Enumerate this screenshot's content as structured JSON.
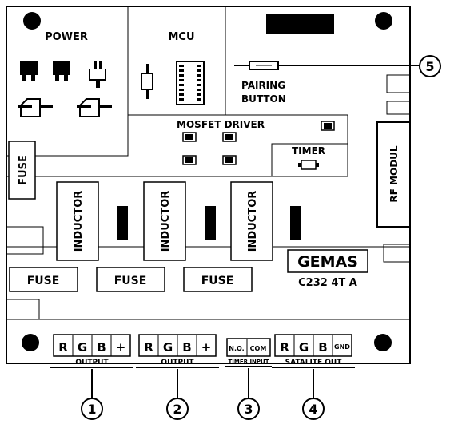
{
  "board": {
    "power": "POWER",
    "mcu": "MCU",
    "mosfet_driver": "MOSFET DRIVER",
    "timer": "TIMER",
    "rf_modul": "RF MODUL",
    "pairing_button_line1": "PAIRING",
    "pairing_button_line2": "BUTTON",
    "fuse_vertical": "FUSE",
    "fuses_bottom": [
      "FUSE",
      "FUSE",
      "FUSE"
    ],
    "inductors": [
      "INDUCTOR",
      "INDUCTOR",
      "INDUCTOR"
    ],
    "brand": "GEMAS",
    "model": "C232 4T A"
  },
  "terminals": {
    "output1": {
      "pins": [
        "R",
        "G",
        "B",
        "+"
      ],
      "label": "OUTPUT"
    },
    "output2": {
      "pins": [
        "R",
        "G",
        "B",
        "+"
      ],
      "label": "OUTPUT"
    },
    "timer_input": {
      "pins": [
        "N.O.",
        "COM"
      ],
      "label": "TIMER INPUT"
    },
    "satalite_out": {
      "pins": [
        "R",
        "G",
        "B",
        "GND"
      ],
      "label": "SATALITE OUT"
    }
  },
  "callouts": [
    "1",
    "2",
    "3",
    "4",
    "5"
  ]
}
